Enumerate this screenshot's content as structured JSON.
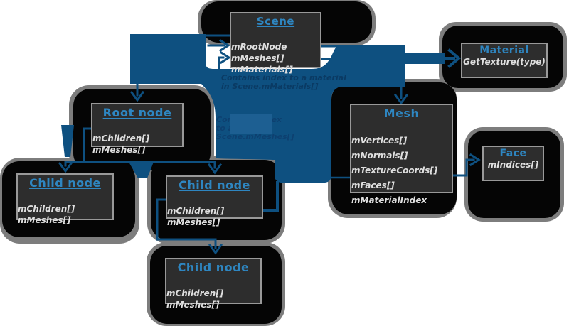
{
  "diagram": {
    "boxes": [
      {
        "id": "scene",
        "title": "Scene",
        "fields": [
          "mRootNode",
          "mMeshes[]",
          "mMaterials[]"
        ]
      },
      {
        "id": "material",
        "title": "Material",
        "fields": [
          "GetTexture(type)"
        ]
      },
      {
        "id": "mesh",
        "title": "Mesh",
        "fields": [
          "mVertices[]",
          "mNormals[]",
          "mTextureCoords[]",
          "mFaces[]",
          "mMaterialIndex"
        ]
      },
      {
        "id": "face",
        "title": "Face",
        "fields": [
          "mIndices[]"
        ]
      },
      {
        "id": "root",
        "title": "Root node",
        "fields": [
          "mChildren[]",
          "mMeshes[]"
        ]
      },
      {
        "id": "child-left",
        "title": "Child node",
        "fields": [
          "mChildren[]",
          "mMeshes[]"
        ]
      },
      {
        "id": "child-center",
        "title": "Child node",
        "fields": [
          "mChildren[]",
          "mMeshes[]"
        ]
      },
      {
        "id": "child-bottom",
        "title": "Child node",
        "fields": [
          "mChildren[]",
          "mMeshes[]"
        ]
      }
    ],
    "annotations": [
      {
        "id": "material-note",
        "lines": [
          "Contains index to a material",
          "in Scene.mMaterials[]"
        ]
      },
      {
        "id": "mesh-note",
        "lines": [
          "Contains index",
          "to a mesh in",
          "Scene.mMeshes[]"
        ]
      }
    ],
    "colors": {
      "accent_blue": "#0e5080",
      "light_blue_patch": "#1d5f92",
      "title_blue": "#2e86c1",
      "box_fill": "#2d2d2d",
      "box_border": "#999999",
      "field_text": "#dfdfdf",
      "blob_black": "#050505",
      "shadow_gray": "#7d7d7d",
      "note_text": "#0a3a63"
    }
  }
}
